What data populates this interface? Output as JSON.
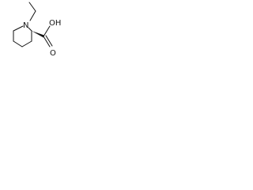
{
  "molecule": {
    "atoms": {
      "n_label": "N",
      "oh_label": "OH",
      "o_label": "O"
    },
    "colors": {
      "ink": "#111111",
      "background": "#ffffff"
    },
    "stereo": "wedge-bond"
  }
}
